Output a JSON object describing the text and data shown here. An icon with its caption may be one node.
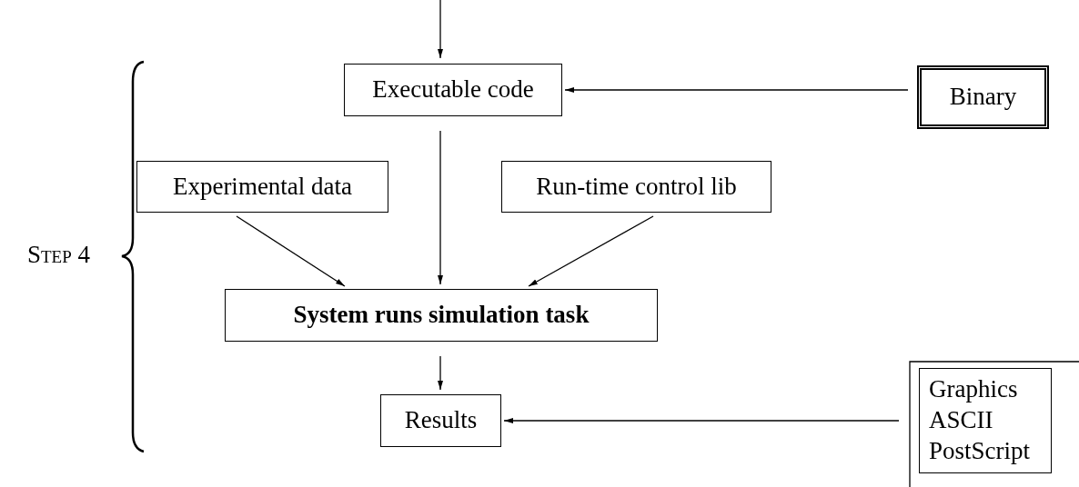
{
  "diagram": {
    "nodes": [
      {
        "text": [
          "Executable code"
        ]
      },
      {
        "text": [
          "Binary"
        ]
      },
      {
        "text": [
          "Experimental data"
        ]
      },
      {
        "text": [
          "Run-time control lib"
        ]
      },
      {
        "text": [
          "System runs simulation task"
        ]
      },
      {
        "text": [
          "Results"
        ]
      },
      {
        "text": [
          "Graphics",
          "ASCII",
          "PostScript"
        ]
      }
    ],
    "edges": [
      {
        "from": null,
        "to": 0,
        "arrow": "to"
      },
      {
        "from": 1,
        "to": 0,
        "arrow": "to"
      },
      {
        "from": 0,
        "to": 4,
        "arrow": "to"
      },
      {
        "from": 2,
        "to": 4,
        "arrow": "to"
      },
      {
        "from": 3,
        "to": 4,
        "arrow": "to"
      },
      {
        "from": 4,
        "to": 5,
        "arrow": "to"
      },
      {
        "from": 6,
        "to": 5,
        "arrow": "to"
      }
    ],
    "labels": [
      "Step 4"
    ]
  }
}
